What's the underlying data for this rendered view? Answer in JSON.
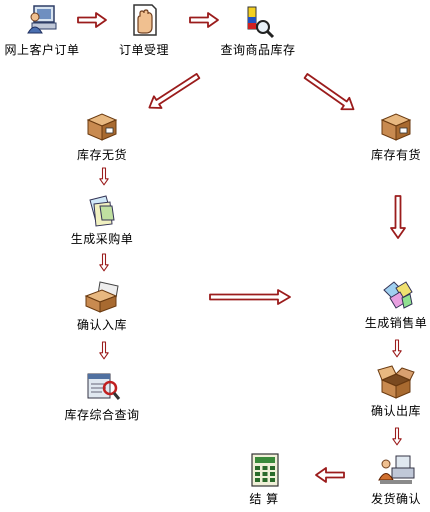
{
  "nodes": {
    "online_order": "网上客户订单",
    "order_accept": "订单受理",
    "query_inventory": "查询商品库存",
    "no_stock": "库存无货",
    "has_stock": "库存有货",
    "generate_po": "生成采购单",
    "confirm_inbound": "确认入库",
    "inventory_query": "库存综合查询",
    "generate_sales": "生成销售单",
    "confirm_outbound": "确认出库",
    "confirm_shipping": "发货确认",
    "settlement": "结 算"
  },
  "icons": {
    "online_order": "computer-user-icon",
    "order_accept": "hand-document-icon",
    "query_inventory": "search-magnifier-icon",
    "no_stock": "box-icon",
    "has_stock": "box-icon",
    "generate_po": "documents-icon",
    "confirm_inbound": "package-icon",
    "inventory_query": "report-search-icon",
    "generate_sales": "cards-icon",
    "confirm_outbound": "open-box-icon",
    "confirm_shipping": "printer-user-icon",
    "settlement": "calculator-icon"
  },
  "colors": {
    "arrow_outline": "#9b1c1c",
    "arrow_fill": "#ffffff",
    "background": "#ffffff"
  }
}
